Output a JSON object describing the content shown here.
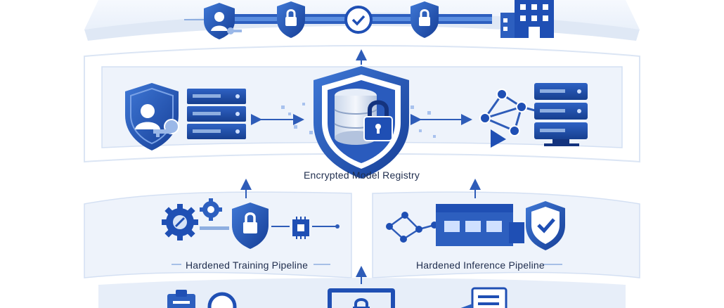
{
  "labels": {
    "registry": "Encrypted Model Registry",
    "training": "Hardened Training Pipeline",
    "inference": "Hardened Inference Pipeline"
  },
  "colors": {
    "primary": "#1f4fb4",
    "dark": "#14337e",
    "light": "#5b8ee0",
    "panel": "#eef3fb",
    "panel_edge": "#d4e0f3",
    "text": "#1f2d4d"
  },
  "icons": [
    "user-key-shield-icon",
    "lock-shield-icon",
    "checkmark-node-icon",
    "building-icon",
    "database-lock-shield-icon",
    "server-rack-icon",
    "network-graph-icon",
    "gear-icon",
    "chip-icon",
    "factory-icon",
    "checkmark-shield-icon",
    "clipboard-icon",
    "laptop-lock-icon",
    "document-icon"
  ]
}
